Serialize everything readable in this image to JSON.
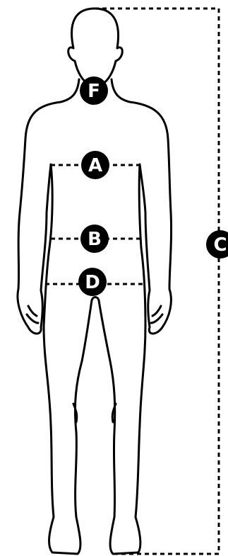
{
  "figure": {
    "subject": "human-body-front-view",
    "line_color": "#000000",
    "background": "#ffffff",
    "badge_fill": "#000000",
    "badge_text_color": "#ffffff"
  },
  "markers": {
    "F": "F",
    "A": "A",
    "B": "B",
    "D": "D",
    "C": "C"
  }
}
